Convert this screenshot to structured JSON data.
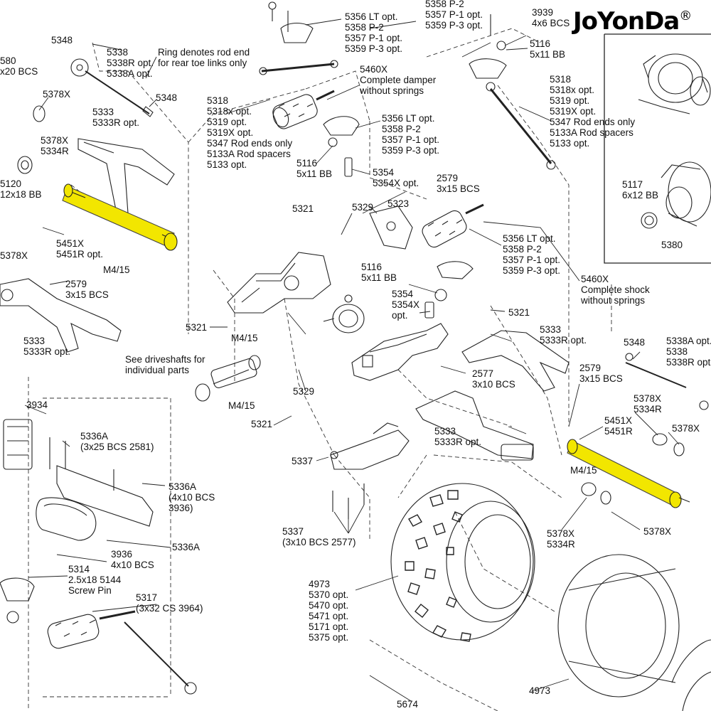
{
  "brand": {
    "name": "JoYonDa",
    "mark": "®"
  },
  "highlight_color": "#f2e600",
  "labels": {
    "l5356_top": "5356 LT opt.\n5358 P-2\n5357 P-1 opt.\n5359 P-3 opt.",
    "l5358_top_right": "5358 P-2\n5357 P-1 opt.\n5359 P-3 opt.",
    "l3939": "3939\n4x6 BCS",
    "l5116_top": "5116\n5x11 BB",
    "l5338_left": "5338\n5338R opt.\n5338A opt.",
    "ring_note": "Ring denotes rod end\nfor rear toe links only",
    "l5348_edge": "5348",
    "l580": "580\nx20 BCS",
    "l5378x_tl": "5378X",
    "l5348_left": "5348",
    "l5378x_5334r_left": "5378X\n5334R",
    "l5333_left_top": "5333\n5333R opt.",
    "l5460x_damper": "5460X\nComplete damper\nwithout springs",
    "l5318_left": "5318\n5318x opt.\n5319 opt.\n5319X opt.\n5347 Rod ends only\n5133A Rod spacers\n5133 opt.",
    "l5356_mid": "5356 LT opt.\n5358 P-2\n5357 P-1 opt.\n5359 P-3 opt.",
    "l5116_mid": "5116\n5x11 BB",
    "l5354_mid": "5354\n5354X opt.",
    "l5318_right": "5318\n5318x opt.\n5319 opt.\n5319X opt.\n5347 Rod ends only\n5133A Rod spacers\n5133 opt.",
    "l5117": "5117\n6x12 BB",
    "l5380": "5380",
    "l5120": "5120\n12x18 BB",
    "l2579_top": "2579\n3x15 BCS",
    "l5321_top": "5321",
    "l5329_top": "5329",
    "l5323": "5323",
    "l5356_right": "5356 LT opt.\n5358 P-2\n5357 P-1 opt.\n5359 P-3 opt.",
    "l5460x_shock": "5460X\nComplete shock\nwithout springs",
    "l5378x_left2": "5378X",
    "l5451x_left": "5451X\n5451R opt.",
    "l_m415_left": "M4/15",
    "l2579_left": "2579\n3x15 BCS",
    "l5116_center": "5116\n5x11 BB",
    "l5354_center": "5354\n5354X\nopt.",
    "l5321_mid": "5321",
    "l5321_left": "5321",
    "l_m415_mid": "M4/15",
    "l5333_left_bottom": "5333\n5333R opt.",
    "see_driveshafts": "See driveshafts for\nindividual parts",
    "l5333_right_top": "5333\n5333R opt.",
    "l5348_right": "5348",
    "l5338a_right": "5338A opt.\n5338\n5338R opt.",
    "l2577": "2577\n3x10 BCS",
    "l2579_right": "2579\n3x15 BCS",
    "l5329_bottom": "5329",
    "l_m415_low": "M4/15",
    "l3934": "3934",
    "l5321_low": "5321",
    "l5378x_5334r_right": "5378X\n5334R",
    "l5451x_right": "5451X\n5451R",
    "l5378x_right": "5378X",
    "l5336a_top": "5336A\n(3x25 BCS 2581)",
    "l5333_mid": "5333\n5333R opt.",
    "l5337_top": "5337",
    "l_m415_right": "M4/15",
    "l5336a_mid": "5336A\n(4x10 BCS\n3936)",
    "l5337_bottom": "5337\n(3x10 BCS 2577)",
    "l5378x_5334r_bottom": "5378X\n5334R",
    "l5378x_bottom": "5378X",
    "l5336a_low": "5336A",
    "l3936": "3936\n4x10 BCS",
    "l5314": "5314\n2.5x18 5144\nScrew Pin",
    "l5317": "5317\n(3x32 CS 3964)",
    "l4973_tire": "4973\n5370 opt.\n5470 opt.\n5471 opt.\n5171 opt.\n5375 opt.",
    "l4973_insert": "4973",
    "l5674": "5674"
  }
}
